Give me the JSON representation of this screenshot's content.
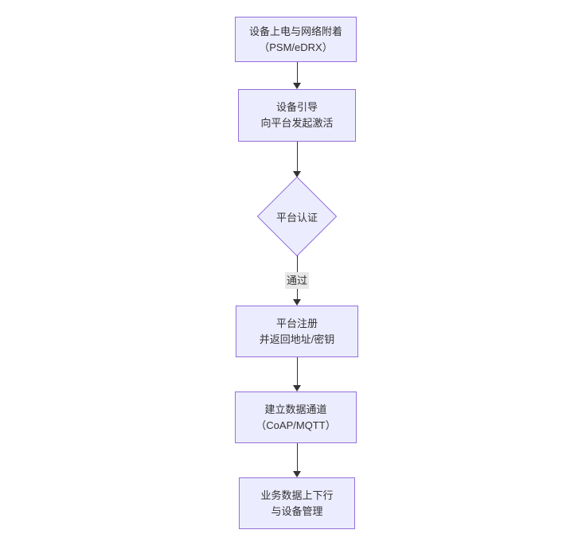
{
  "flow": {
    "type": "flowchart",
    "direction": "top-down",
    "colors": {
      "background": "#ffffff",
      "node_fill": "#ECECFF",
      "node_border": "#9370DB",
      "text": "#333333",
      "arrow": "#333333",
      "edge_label_bg": "#e8e8e8"
    },
    "nodes": [
      {
        "id": "attach",
        "type": "process",
        "lines": [
          "设备上电与网络附着",
          "（PSM/eDRX）"
        ]
      },
      {
        "id": "bootstrap",
        "type": "process",
        "lines": [
          "设备引导",
          "向平台发起激活"
        ]
      },
      {
        "id": "auth",
        "type": "decision",
        "label": "平台认证"
      },
      {
        "id": "register",
        "type": "process",
        "lines": [
          "平台注册",
          "并返回地址/密钥"
        ]
      },
      {
        "id": "channel",
        "type": "process",
        "lines": [
          "建立数据通道",
          "（CoAP/MQTT）"
        ]
      },
      {
        "id": "business",
        "type": "process",
        "lines": [
          "业务数据上下行",
          "与设备管理"
        ]
      }
    ],
    "edges": [
      {
        "from": "attach",
        "to": "bootstrap",
        "label": ""
      },
      {
        "from": "bootstrap",
        "to": "auth",
        "label": ""
      },
      {
        "from": "auth",
        "to": "register",
        "label": "通过"
      },
      {
        "from": "register",
        "to": "channel",
        "label": ""
      },
      {
        "from": "channel",
        "to": "business",
        "label": ""
      }
    ]
  }
}
